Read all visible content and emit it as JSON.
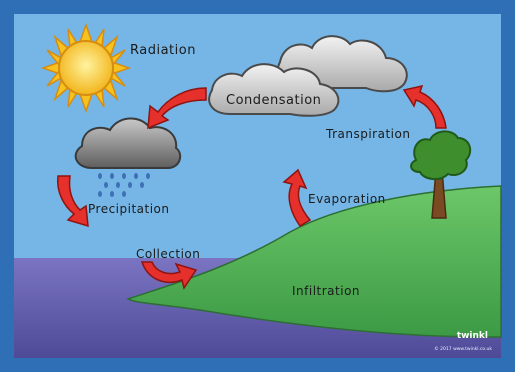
{
  "colors": {
    "border": "#2f6fb6",
    "sky": "#75b6e6",
    "sea": "#6460ae",
    "land": "#4fb055",
    "arrow": "#e5302b",
    "sun": "#f7c21e",
    "cloud_light": "#d9d9d9",
    "cloud_dark": "#8a8a8a"
  },
  "labels": {
    "radiation": "Radiation",
    "condensation": "Condensation",
    "transpiration": "Transpiration",
    "precipitation": "Precipitation",
    "evaporation": "Evaporation",
    "collection": "Collection",
    "infiltration": "Infiltration"
  },
  "brand": {
    "name": "twinkl",
    "copyright": "© 2017 www.twinkl.co.uk"
  }
}
